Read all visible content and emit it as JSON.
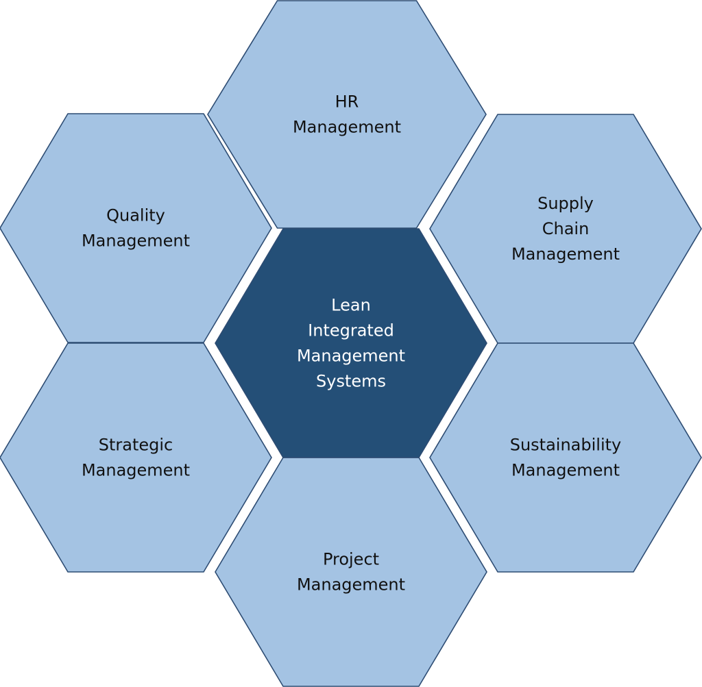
{
  "colors": {
    "outer_fill": "#a4c3e3",
    "center_fill": "#244f77",
    "stroke": "#2d4c73",
    "outer_text": "#111111",
    "center_text": "#ffffff"
  },
  "hexagons": [
    {
      "id": "hr",
      "role": "outer",
      "lines": [
        "HR",
        "Management"
      ]
    },
    {
      "id": "quality",
      "role": "outer",
      "lines": [
        "Quality",
        "Management"
      ]
    },
    {
      "id": "supply-chain",
      "role": "outer",
      "lines": [
        "Supply",
        "Chain",
        "Management"
      ]
    },
    {
      "id": "strategic",
      "role": "outer",
      "lines": [
        "Strategic",
        "Management"
      ]
    },
    {
      "id": "sustainability",
      "role": "outer",
      "lines": [
        "Sustainability",
        "Management"
      ]
    },
    {
      "id": "project",
      "role": "outer",
      "lines": [
        "Project",
        "Management"
      ]
    },
    {
      "id": "lims",
      "role": "center",
      "lines": [
        "Lean",
        "Integrated",
        "Management",
        "Systems"
      ]
    }
  ]
}
